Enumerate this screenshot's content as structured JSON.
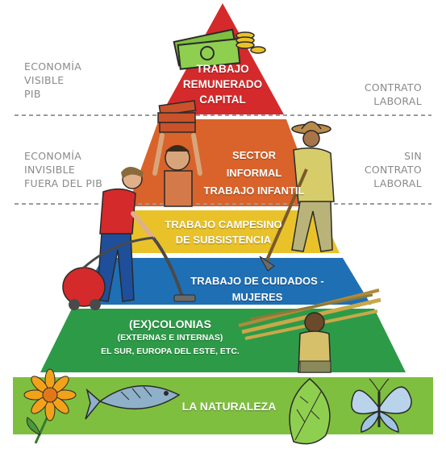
{
  "side_labels": {
    "top_left": [
      "ECONOMÍA",
      "VISIBLE",
      "PIB"
    ],
    "top_right": [
      "CONTRATO",
      "LABORAL"
    ],
    "mid_left": [
      "ECONOMÍA",
      "INVISIBLE",
      "FUERA DEL PIB"
    ],
    "mid_right": [
      "SIN",
      "CONTRATO",
      "LABORAL"
    ]
  },
  "tiers": [
    {
      "lines": [
        "TRABAJO",
        "REMUNERADO",
        "CAPITAL"
      ],
      "color": "#d42a2b"
    },
    {
      "lines": [
        "SECTOR INFORMAL",
        "TRABAJO INFANTIL"
      ],
      "color": "#d9632a"
    },
    {
      "lines": [
        "TRABAJO CAMPESINO",
        "DE SUBSISTENCIA"
      ],
      "color": "#e9c22a"
    },
    {
      "lines": [
        "TRABAJO DE CUIDADOS - MUJERES"
      ],
      "color": "#1f6fb5"
    },
    {
      "lines": [
        "(EX)COLONIAS",
        "(EXTERNAS E INTERNAS)",
        "EL SUR, EUROPA DEL ESTE, ETC."
      ],
      "color": "#2d9a48"
    },
    {
      "lines": [
        "LA NATURALEZA"
      ],
      "color": "#7fbf3f"
    }
  ],
  "icons": [
    "money-icon",
    "bricks-icon",
    "farmer-icon",
    "woman-vacuum-icon",
    "sugarcane-carrier-icon",
    "flower-icon",
    "fish-icon",
    "leaf-icon",
    "butterfly-icon"
  ]
}
